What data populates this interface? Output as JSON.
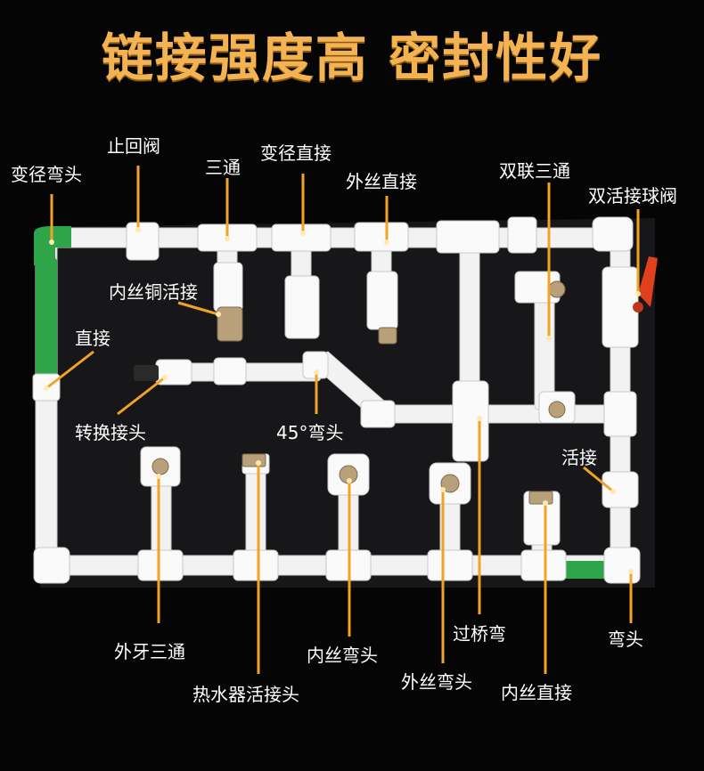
{
  "headline": "链接强度高 密封性好",
  "colors": {
    "background": "#050505",
    "board": "#1a1a1c",
    "pipe": "#f1f1f1",
    "accent_green": "#2fa54a",
    "leader_line": "#f0a326",
    "valve_handle": "#e0401c",
    "headline": "#f4b352"
  },
  "labels": {
    "elbow_reducer": "变径弯头",
    "check_valve": "止回阀",
    "tee": "三通",
    "reducer_coupling": "变径直接",
    "male_coupling": "外丝直接",
    "double_tee": "双联三通",
    "union_ball_valve": "双活接球阀",
    "female_brass_union": "内丝铜活接",
    "straight_coupling": "直接",
    "adapter": "转换接头",
    "elbow_45": "45°弯头",
    "union": "活接",
    "male_tee": "外牙三通",
    "heater_union": "热水器活接头",
    "female_elbow": "内丝弯头",
    "male_elbow": "外丝弯头",
    "crossover_bend": "过桥弯",
    "female_coupling": "内丝直接",
    "elbow": "弯头"
  }
}
